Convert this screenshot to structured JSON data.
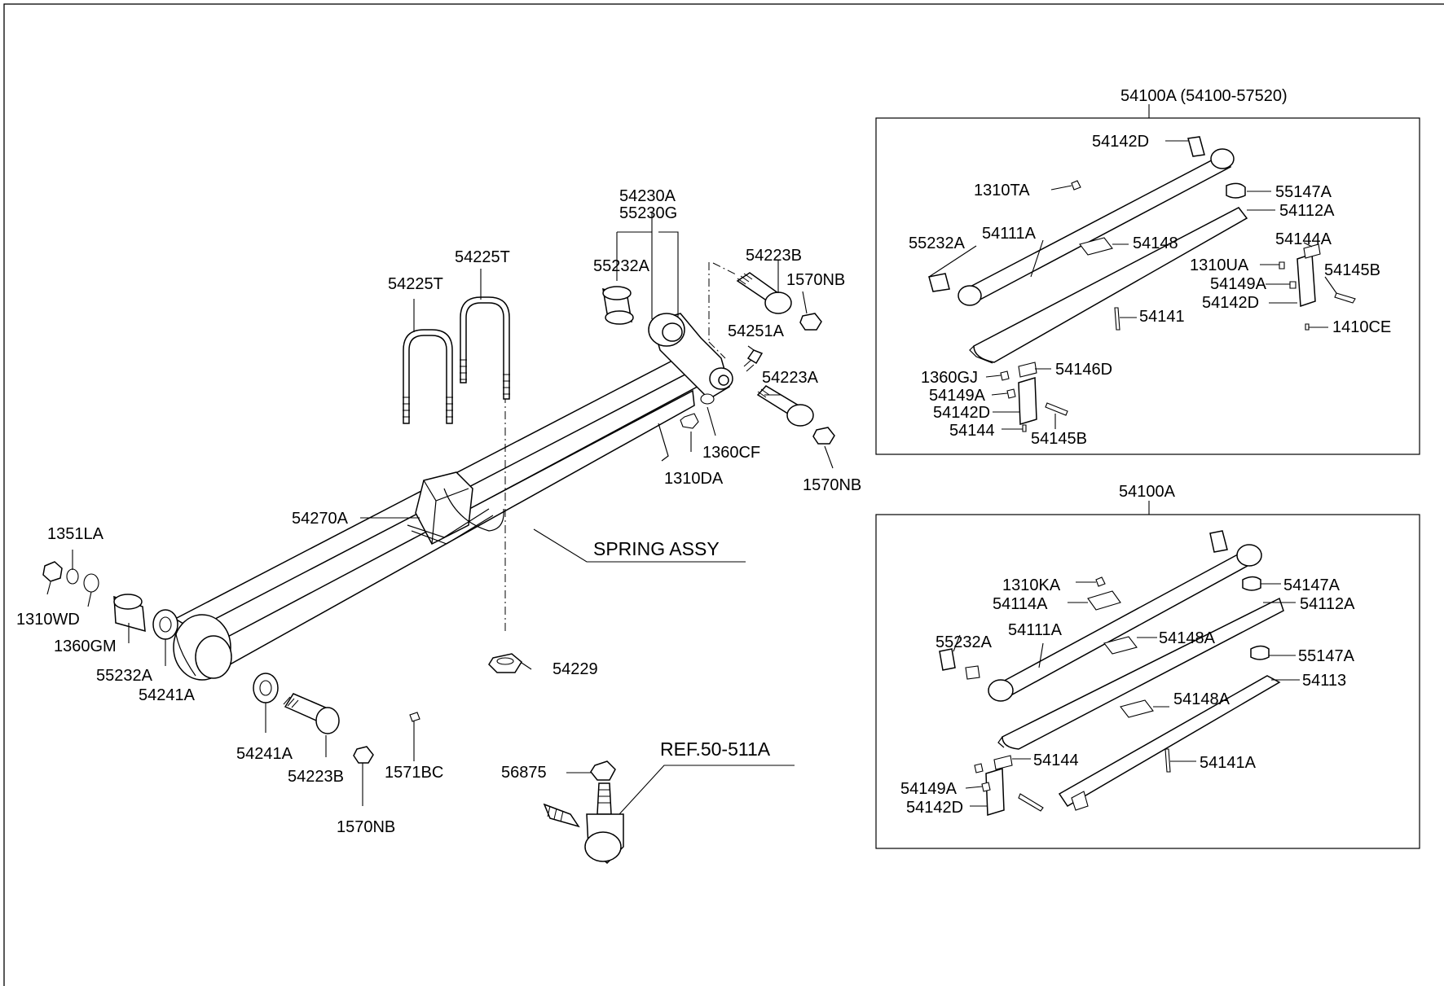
{
  "diagram": {
    "main_labels": {
      "p54230A": "54230A",
      "p55230G": "55230G",
      "p55232A_top": "55232A",
      "p54223B_top": "54223B",
      "p1570NB_top": "1570NB",
      "p54251A": "54251A",
      "p54223A": "54223A",
      "p1360CF": "1360CF",
      "p1310DA": "1310DA",
      "p1570NB_mid": "1570NB",
      "p54225T_left": "54225T",
      "p54225T_right": "54225T",
      "p54270A": "54270A",
      "spring_assy": "SPRING ASSY",
      "p1351LA": "1351LA",
      "p1310WD": "1310WD",
      "p1360GM": "1360GM",
      "p55232A_left": "55232A",
      "p54241A_left": "54241A",
      "p54229": "54229",
      "p54241A_bottom": "54241A",
      "p54223B_bottom": "54223B",
      "p1571BC": "1571BC",
      "p1570NB_bottom": "1570NB",
      "p56875": "56875",
      "ref": "REF.50-511A"
    },
    "box_top": {
      "title": "54100A (54100-57520)",
      "labels": {
        "p54142D_a": "54142D",
        "p1310TA": "1310TA",
        "p55147A": "55147A",
        "p54112A": "54112A",
        "p55232A": "55232A",
        "p54111A": "54111A",
        "p54148": "54148",
        "p54144A": "54144A",
        "p1310UA": "1310UA",
        "p54145B_a": "54145B",
        "p54149A_a": "54149A",
        "p54142D_b": "54142D",
        "p54141": "54141",
        "p1410CE": "1410CE",
        "p1360GJ": "1360GJ",
        "p54146D": "54146D",
        "p54149A_b": "54149A",
        "p54142D_c": "54142D",
        "p54144": "54144",
        "p54145B_b": "54145B"
      }
    },
    "box_bottom": {
      "title": "54100A",
      "labels": {
        "p1310KA": "1310KA",
        "p54147A": "54147A",
        "p54112A": "54112A",
        "p54114A": "54114A",
        "p55232A": "55232A",
        "p54111A": "54111A",
        "p54148A_a": "54148A",
        "p55147A": "55147A",
        "p54113": "54113",
        "p54148A_b": "54148A",
        "p54144": "54144",
        "p54141A": "54141A",
        "p54149A": "54149A",
        "p54142D": "54142D"
      }
    }
  }
}
